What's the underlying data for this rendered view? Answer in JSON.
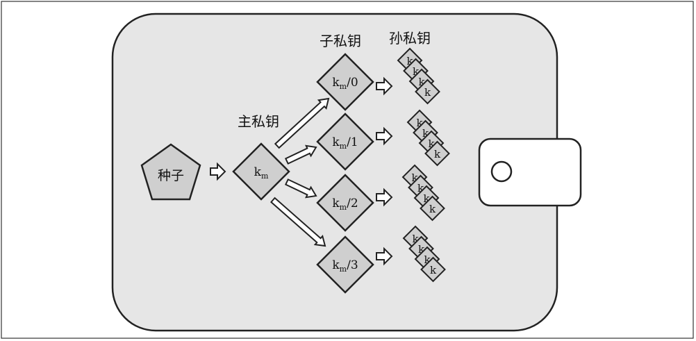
{
  "labels": {
    "master_key": "主私钥",
    "child_keys": "子私钥",
    "grandchild_keys": "孙私钥"
  },
  "seed": {
    "label": "种子"
  },
  "master": {
    "base": "k",
    "sub": "m"
  },
  "children": [
    {
      "base": "k",
      "sub": "m",
      "suffix": "/0"
    },
    {
      "base": "k",
      "sub": "m",
      "suffix": "/1"
    },
    {
      "base": "k",
      "sub": "m",
      "suffix": "/2"
    },
    {
      "base": "k",
      "sub": "m",
      "suffix": "/3"
    }
  ],
  "grandchild_label": "k",
  "colors": {
    "wallet_fill": "#e6e6e6",
    "node_fill": "#cfcfcf",
    "stroke": "#222222",
    "clasp_fill": "#ffffff"
  }
}
